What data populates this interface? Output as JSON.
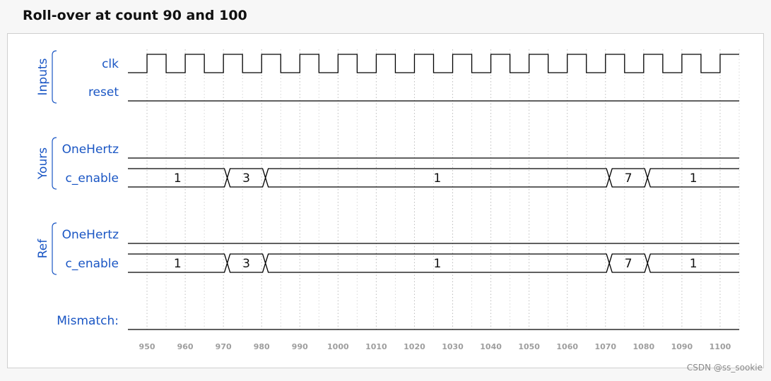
{
  "title": "Roll-over at count 90 and 100",
  "colors": {
    "label": "#1a56c4",
    "wave": "#000000",
    "grid": "#bdbdbd",
    "tick": "#9e9e9e"
  },
  "groups": [
    {
      "label": "Inputs",
      "signals": [
        "clk",
        "reset"
      ]
    },
    {
      "label": "Yours",
      "signals": [
        "OneHertz",
        "c_enable"
      ]
    },
    {
      "label": "Ref",
      "signals": [
        "OneHertz",
        "c_enable"
      ]
    }
  ],
  "standalone_signal": "Mismatch:",
  "chart_data": {
    "type": "timing",
    "time_axis": {
      "ticks": [
        950,
        960,
        970,
        980,
        990,
        1000,
        1010,
        1020,
        1030,
        1040,
        1050,
        1060,
        1070,
        1080,
        1090,
        1100
      ],
      "range": [
        945,
        1105
      ],
      "grid": true
    },
    "clk": {
      "first_rise": 950,
      "period": 10,
      "high_time": 5
    },
    "signals": [
      {
        "group": "Inputs",
        "name": "reset",
        "kind": "bit",
        "value": 0
      },
      {
        "group": "Yours",
        "name": "OneHertz",
        "kind": "bit",
        "value": 0
      },
      {
        "group": "Yours",
        "name": "c_enable",
        "kind": "bus",
        "segments": [
          {
            "start": 945,
            "end": 971,
            "label": "1"
          },
          {
            "start": 971,
            "end": 981,
            "label": "3"
          },
          {
            "start": 981,
            "end": 1071,
            "label": "1"
          },
          {
            "start": 1071,
            "end": 1081,
            "label": "7"
          },
          {
            "start": 1081,
            "end": 1105,
            "label": "1"
          }
        ]
      },
      {
        "group": "Ref",
        "name": "OneHertz",
        "kind": "bit",
        "value": 0
      },
      {
        "group": "Ref",
        "name": "c_enable",
        "kind": "bus",
        "segments": [
          {
            "start": 945,
            "end": 971,
            "label": "1"
          },
          {
            "start": 971,
            "end": 981,
            "label": "3"
          },
          {
            "start": 981,
            "end": 1071,
            "label": "1"
          },
          {
            "start": 1071,
            "end": 1081,
            "label": "7"
          },
          {
            "start": 1081,
            "end": 1105,
            "label": "1"
          }
        ]
      },
      {
        "group": "",
        "name": "Mismatch:",
        "kind": "bit",
        "value": 0
      }
    ]
  },
  "watermark": "CSDN @ss_sookie"
}
